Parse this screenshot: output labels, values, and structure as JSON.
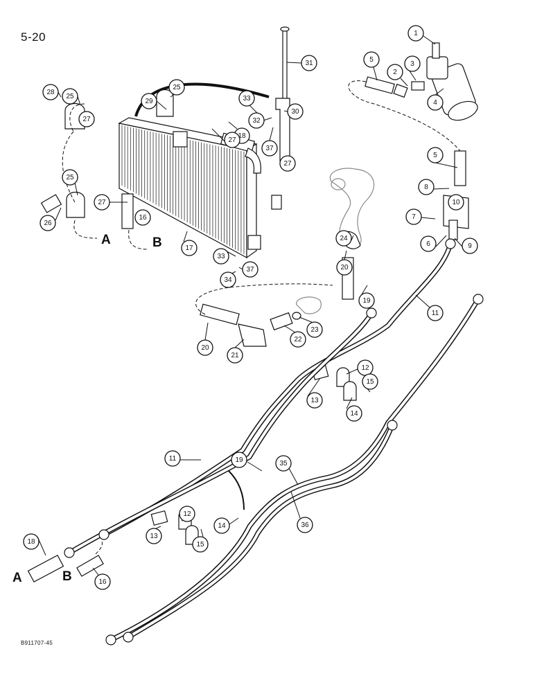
{
  "page": {
    "number": "5-20",
    "figure_code": "B911707-45"
  },
  "letters": [
    "A",
    "B",
    "A",
    "B"
  ],
  "callouts": [
    "1",
    "2",
    "3",
    "4",
    "5",
    "5",
    "6",
    "7",
    "8",
    "9",
    "10",
    "11",
    "11",
    "12",
    "12",
    "13",
    "13",
    "14",
    "14",
    "15",
    "15",
    "16",
    "16",
    "17",
    "18",
    "18",
    "19",
    "19",
    "20",
    "20",
    "21",
    "22",
    "23",
    "24",
    "25",
    "25",
    "25",
    "26",
    "27",
    "27",
    "27",
    "27",
    "28",
    "29",
    "30",
    "31",
    "32",
    "33",
    "33",
    "34",
    "35",
    "36",
    "37",
    "37"
  ]
}
